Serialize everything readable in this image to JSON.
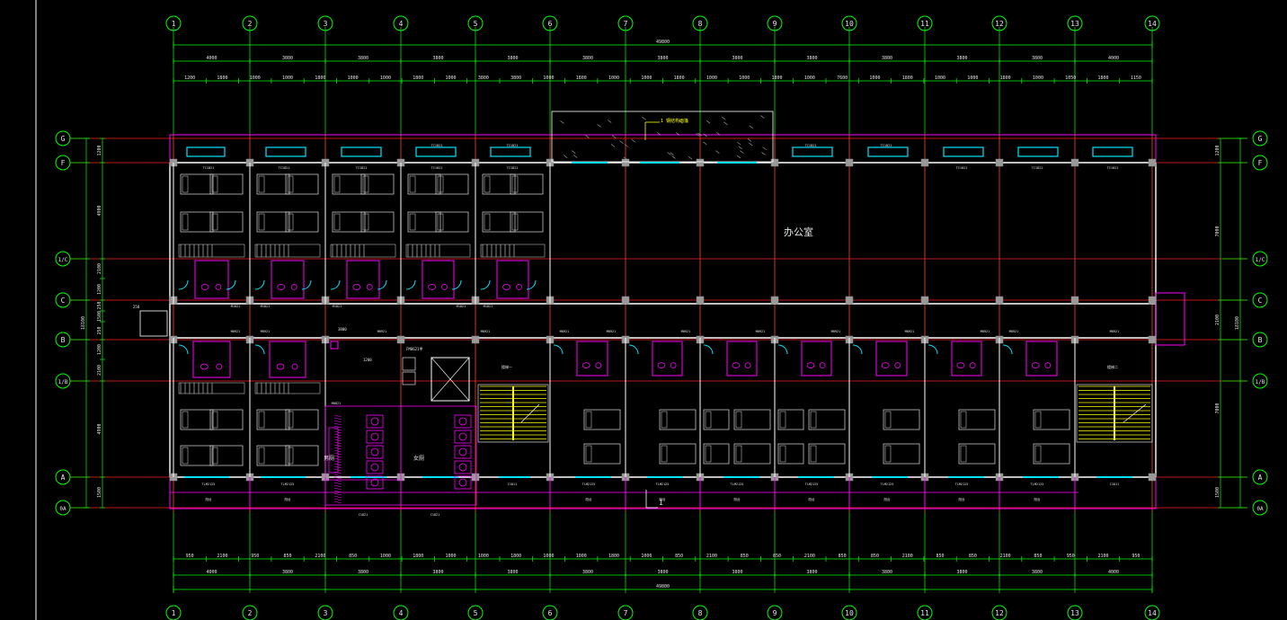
{
  "axes": {
    "columns": [
      "1",
      "2",
      "3",
      "4",
      "5",
      "6",
      "7",
      "8",
      "9",
      "10",
      "11",
      "12",
      "13",
      "14"
    ],
    "rows": [
      "G",
      "F",
      "1/C",
      "C",
      "B",
      "1/B",
      "A",
      "0A"
    ]
  },
  "dims": {
    "overall": "49800",
    "overall_bottom": "49800",
    "top_bays": [
      "4000",
      "3800",
      "3800",
      "3800",
      "3800",
      "3800",
      "3800",
      "3800",
      "3800",
      "3800",
      "3800",
      "3800",
      "4000"
    ],
    "top_segments": [
      "1200",
      "1800",
      "1000",
      "1000",
      "1800",
      "1000",
      "1000",
      "1800",
      "1000",
      "3800",
      "3800",
      "1000",
      "1800",
      "1000",
      "1000",
      "1800",
      "1000",
      "1000",
      "1800",
      "1000",
      "7600",
      "1000",
      "1800",
      "1000",
      "1000",
      "1800",
      "1000",
      "1050",
      "1800",
      "1150"
    ],
    "bottom_segments": [
      "950",
      "2100",
      "950",
      "850",
      "2100",
      "850",
      "1000",
      "1800",
      "1000",
      "1000",
      "1800",
      "1000",
      "1000",
      "1800",
      "1000",
      "850",
      "2100",
      "850",
      "850",
      "2100",
      "850",
      "850",
      "2100",
      "850",
      "850",
      "2100",
      "850",
      "950",
      "2100",
      "950"
    ],
    "bottom_bays": [
      "4000",
      "3800",
      "3800",
      "3800",
      "3800",
      "3800",
      "3800",
      "3800",
      "3800",
      "3800",
      "3800",
      "3800",
      "4000"
    ],
    "left_vertical": [
      "1200",
      "4900",
      "2100",
      "1200",
      "250",
      "1500",
      "250",
      "1200",
      "2100",
      "4900",
      "1500"
    ],
    "left_total": "18100",
    "right_vertical": [
      "1200",
      "7000",
      "2100",
      "7000",
      "1500"
    ],
    "right_total": "18100"
  },
  "labels": {
    "office": "办公室",
    "canopy": "1 钢结构雨篷",
    "male_wc": "男厕",
    "female_wc": "女厕",
    "stair1": "楼梯一",
    "stair2": "楼梯二",
    "door_fm": "FM0621甲",
    "door_m1021": "M1021",
    "door_m0921": "M0921",
    "door_m0821": "M0821",
    "window_tc": "TC1821",
    "window_tlm": "TLM2125",
    "window_c1821": "C1821",
    "window_c1011": "C1011",
    "balcony": "阳台",
    "section_mark": "1",
    "small_dims": [
      "3800",
      "250",
      "1200"
    ]
  },
  "colors": {
    "background": "#000000",
    "axis": "#00ff00",
    "gridline": "#ff2020",
    "wall": "#ffffff",
    "partition": "#ff00ff",
    "window": "#00e5ff",
    "stair": "#ffff00",
    "text": "#e6e6e6"
  }
}
